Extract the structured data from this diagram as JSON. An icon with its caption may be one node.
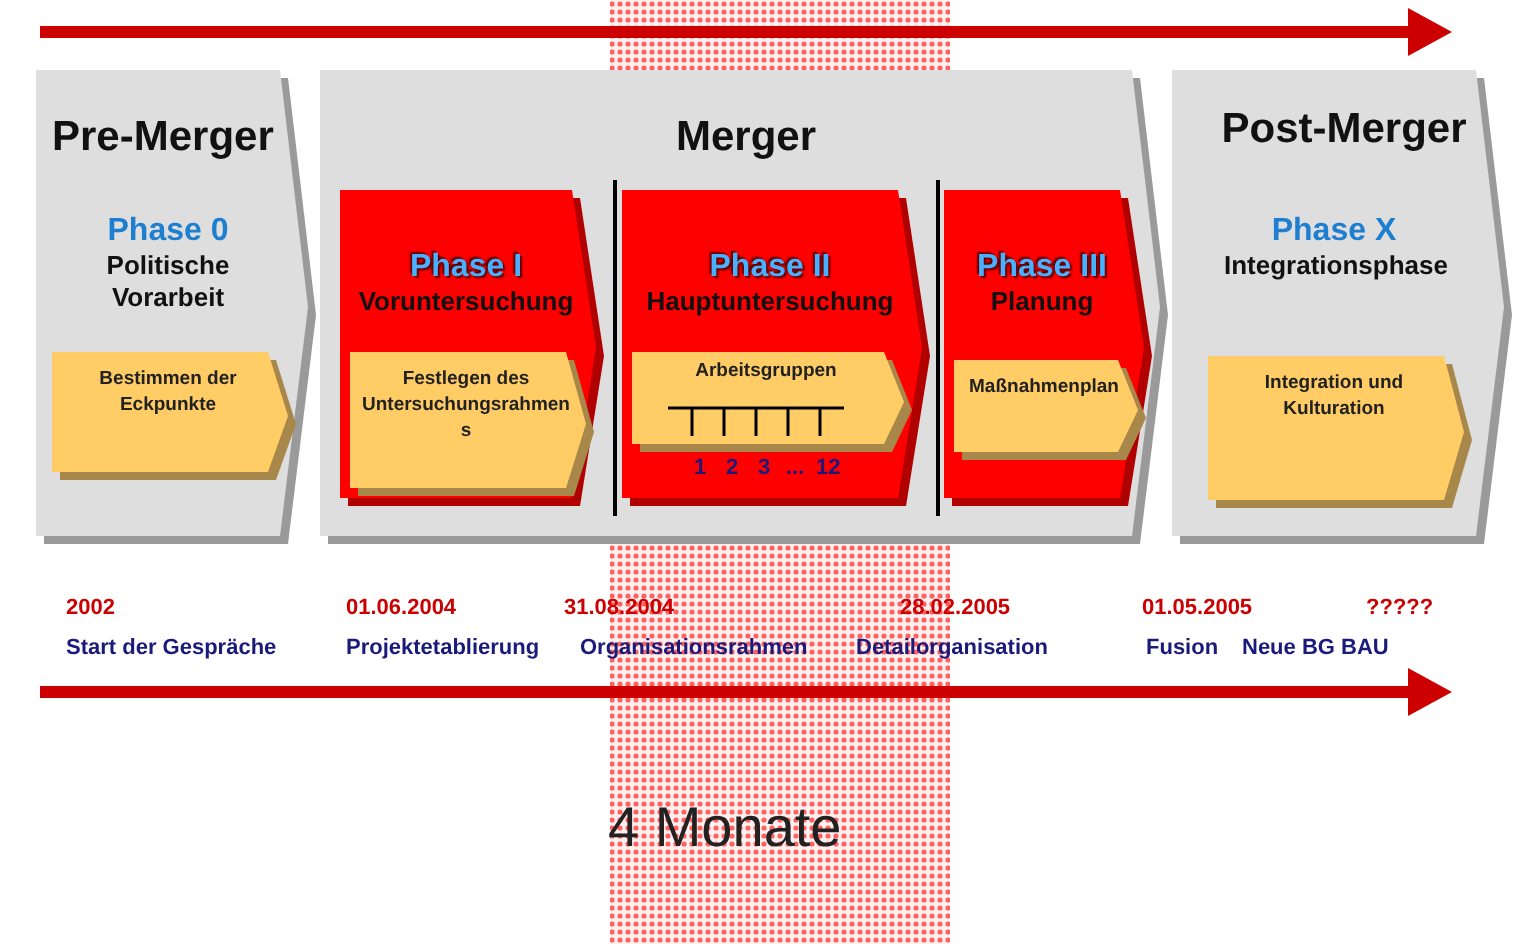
{
  "diagram": {
    "nodes": [
      {
        "text": [
          "Pre-Merger",
          "Phase 0",
          "Politische Vorarbeit"
        ]
      },
      {
        "text": [
          "Bestimmen der Eckpunkte"
        ],
        "in": 0
      },
      {
        "text": [
          "Merger"
        ]
      },
      {
        "text": [
          "Phase I",
          "Voruntersuchung"
        ],
        "in": 2
      },
      {
        "text": [
          "Festlegen des Untersuchungsrahmens"
        ],
        "in": 3
      },
      {
        "text": [
          "Phase II",
          "Hauptuntersuchung"
        ],
        "in": 2
      },
      {
        "text": [
          "Arbeitsgruppen"
        ],
        "in": 5,
        "beside": [
          "1",
          "2",
          "3",
          "...",
          "12"
        ]
      },
      {
        "text": [
          "Phase III",
          "Planung"
        ],
        "in": 2
      },
      {
        "text": [
          "Maßnahmenplan"
        ],
        "in": 7
      },
      {
        "text": [
          "Post-Merger",
          "Phase X",
          "Integrationsphase"
        ]
      },
      {
        "text": [
          "Integration und Kulturation"
        ],
        "in": 9
      }
    ],
    "edges": [],
    "labels": [
      "2002",
      "Start der Gespräche",
      "01.06.2004",
      "Projektetablierung",
      "31.08.2004",
      "Organisationsrahmen",
      "28.02.2005",
      "Detailorganisation",
      "01.05.2005",
      "Fusion",
      "?????",
      "Neue BG BAU",
      "4 Monate"
    ]
  }
}
